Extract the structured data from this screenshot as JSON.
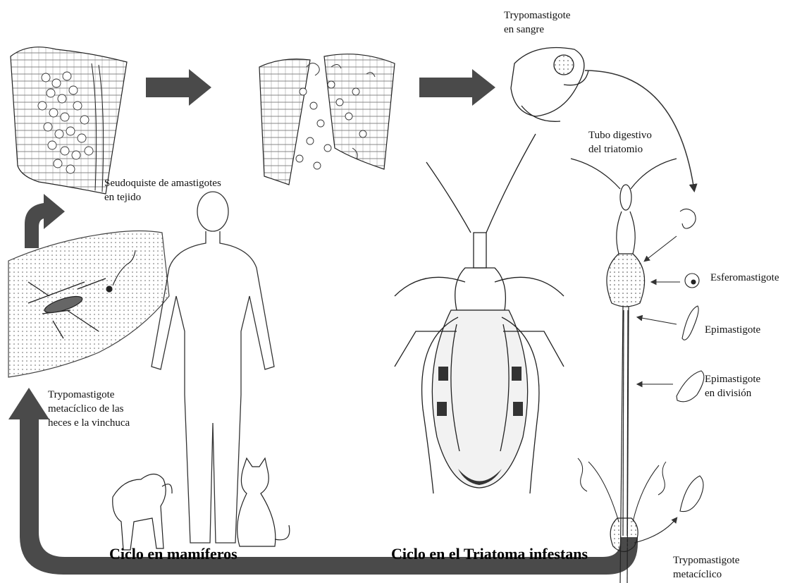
{
  "labels": {
    "trypo_sangre_1": "Trypomastigote",
    "trypo_sangre_2": "en sangre",
    "tubo_1": "Tubo digestivo",
    "tubo_2": "del triatomio",
    "seudo_1": "Seudoquiste de amastigotes",
    "seudo_2": "en tejido",
    "esfero": "Esferomastigote",
    "epi": "Epimastigote",
    "epi_div_1": "Epimastigote",
    "epi_div_2": "en división",
    "trypo_meta_1": "Trypomastigote",
    "trypo_meta_2": "metacíclico de las",
    "trypo_meta_3": "heces e la vinchuca",
    "trypo_metaciclico_1": "Trypomastigote",
    "trypo_metaciclico_2": "metacíclico"
  },
  "titles": {
    "mamiferos": "Ciclo en mamíferos",
    "triatoma": "Ciclo en el Triatoma infestans"
  },
  "colors": {
    "arrow": "#4a4a4a",
    "ink": "#222222",
    "paper": "#ffffff"
  }
}
